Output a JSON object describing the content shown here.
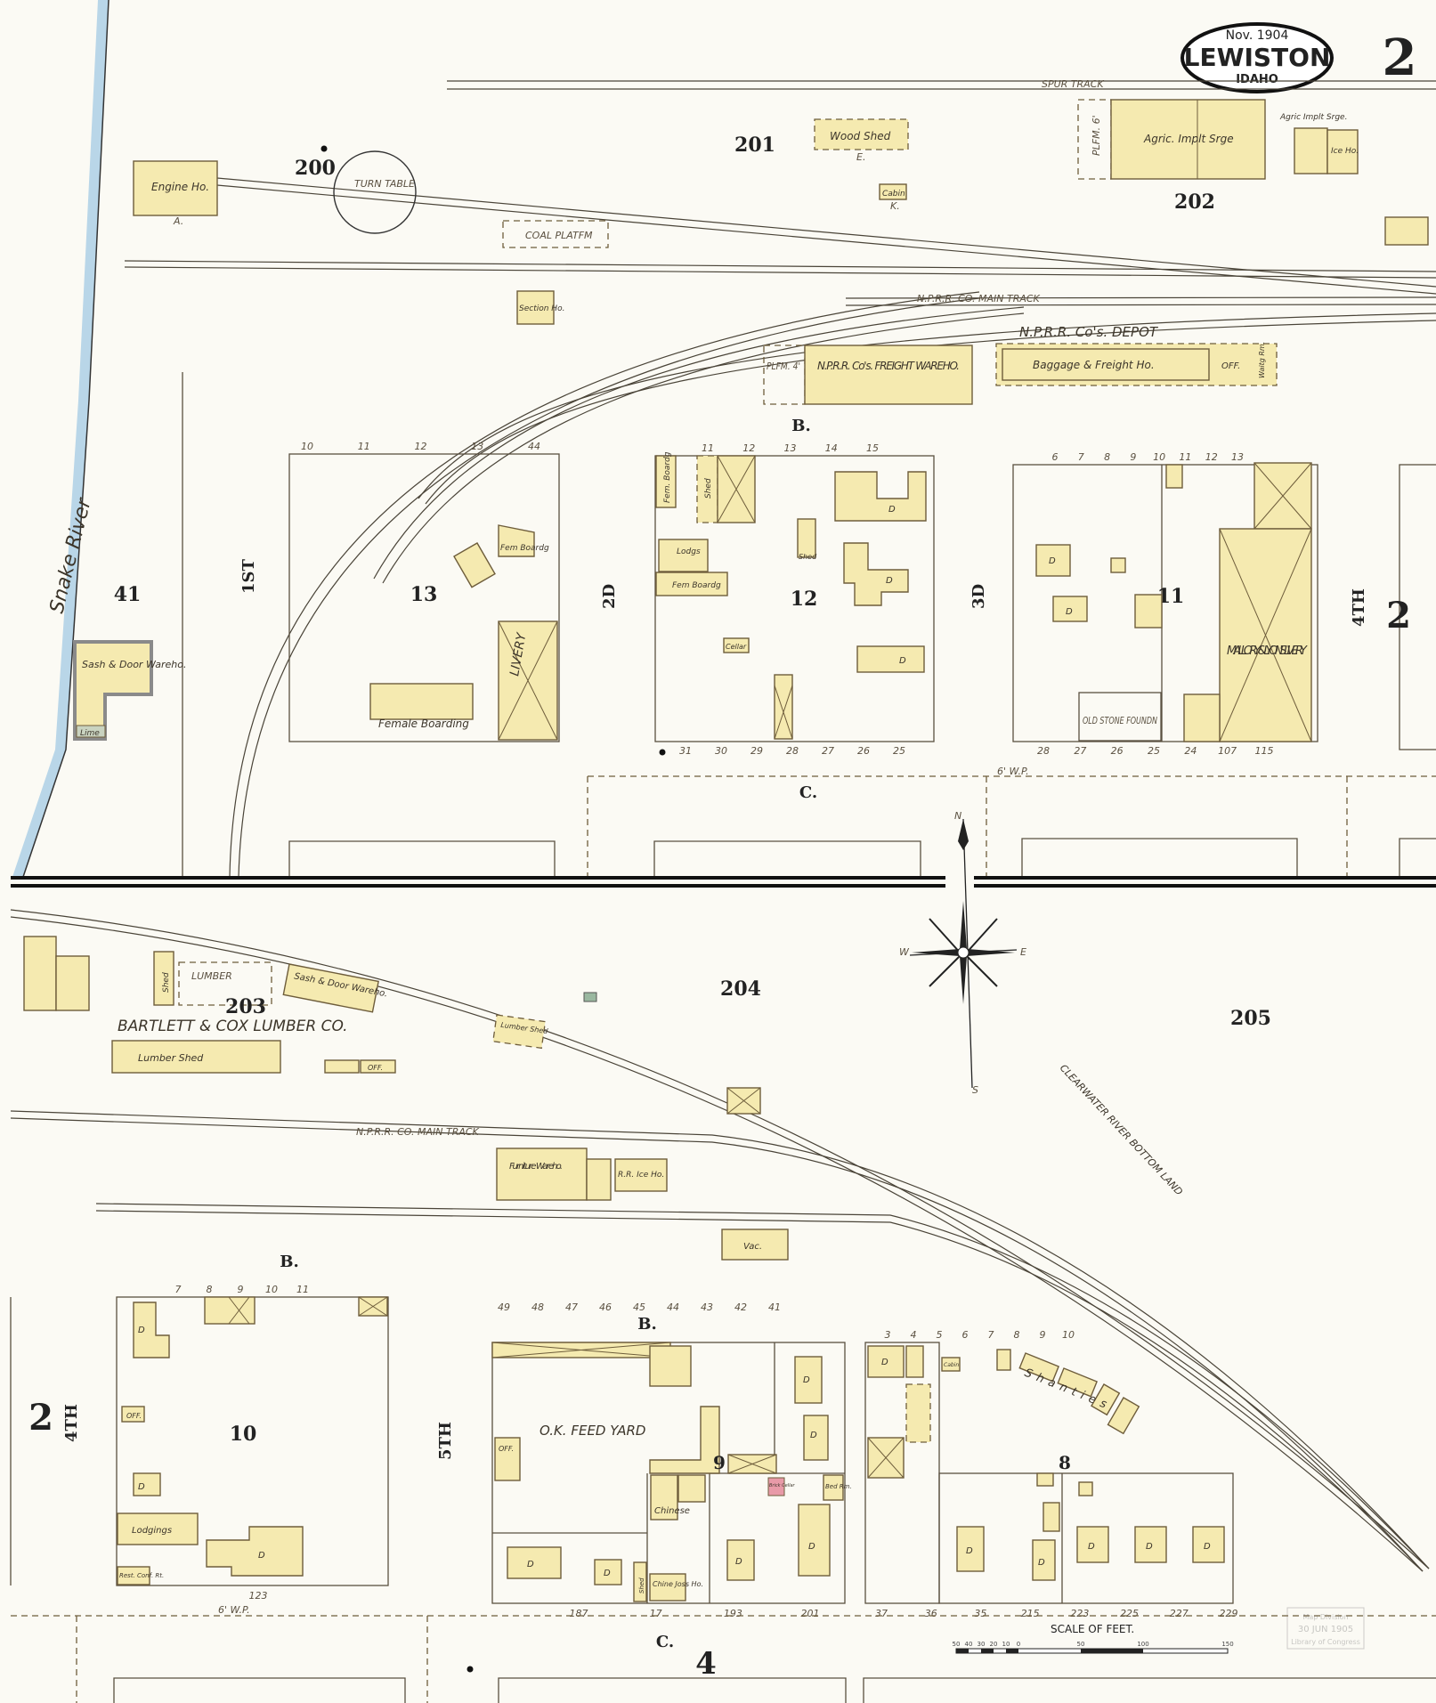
{
  "title": {
    "date": "Nov. 1904",
    "city": "LEWISTON",
    "state": "IDAHO",
    "sheet": "2"
  },
  "colors": {
    "paper": "#fbfaf4",
    "frame_building": "#f5eab0",
    "brick_building": "#e89aa8",
    "stone_building": "#c9d3c0",
    "river": "#b9d6e8",
    "ink": "#3c352a"
  },
  "river": "Snake River",
  "blocks": {
    "b200": "200",
    "b201": "201",
    "b202": "202",
    "b41": "41",
    "b13": "13",
    "b12": "12",
    "b11": "11",
    "b2r": "2",
    "b204": "204",
    "b205": "205",
    "b203": "203",
    "b10": "10",
    "b9": "9",
    "b8": "8",
    "b2l": "2",
    "b4": "4"
  },
  "streets": {
    "first": "1ST",
    "second": "2D",
    "third": "3D",
    "fourth_r": "4TH",
    "fourth_l": "4TH",
    "fifth": "5TH",
    "b_top": "B.",
    "c_mid": "C.",
    "b_left": "B.",
    "b_mid": "B.",
    "c_bottom": "C."
  },
  "tracks": {
    "spur": "SPUR   TRACK",
    "main_top": "N.P.R.R. CO.   MAIN TRACK",
    "main_bottom": "N.P.R.R. CO.   MAIN   TRACK",
    "turn_table": "TURN TABLE",
    "coal": "COAL PLATFM"
  },
  "buildings": {
    "engine": "Engine Ho.",
    "engine_letter": "A.",
    "wood_shed": "Wood Shed",
    "wood_letter": "E.",
    "cabin": "Cabin",
    "cabin_letter": "K.",
    "agric": "Agric. Implt Srge",
    "plfm6": "PLFM. 6'",
    "agric2": "Agric Implt Srge.",
    "ice": "Ice Ho.",
    "section": "Section Ho.",
    "depot_title": "N.P.R.R. Co's. DEPOT",
    "freight": "N.P.R.R. Co's. FREIGHT WAREHO.",
    "plfm4": "PLFM. 4'",
    "baggage": "Baggage & Freight Ho.",
    "off": "OFF.",
    "waiting": "Waitg Rm.",
    "fem_boardg_13": "Fem Boardg",
    "female_boarding": "Female Boarding",
    "livery13": "LIVERY",
    "fem_boardg_12": "Fem. Boardg",
    "fem_boardg_12b": "Fem Boardg",
    "lodgs": "Lodgs",
    "shed12": "Shed",
    "shed12b": "Shed",
    "cellar": "Cellar",
    "mallory": "MALLORY & LYON'S LIVERY",
    "old_stone": "OLD STONE FOUNDN",
    "sash_door_41": "Sash & Door Wareho.",
    "lime": "Lime",
    "shed203": "Shed",
    "lumber203": "LUMBER",
    "sash_door_203": "Sash & Door Wareho.",
    "bartlett": "BARTLETT & COX LUMBER CO.",
    "lumber_shed_a": "Lumber   Shed",
    "off203": "OFF.",
    "lumber_shed_e": "Lumber Shed",
    "furniture": "Furniture Wareho.",
    "rr_ice": "R.R. Ice Ho.",
    "vac": "Vac.",
    "ok_feed": "O.K. FEED YARD",
    "chinese": "Chinese",
    "chine_joss": "Chine Joss Ho.",
    "brick_cellar": "Brick Cellar",
    "bed_rm": "Bed Rm.",
    "shed9": "Shed",
    "off9": "OFF.",
    "lodgings": "Lodgings",
    "rest": "Rest. Conf. Rt.",
    "off10": "OFF.",
    "shanties": "Shanties",
    "cabin8": "Cabin",
    "clearwater": "CLEARWATER  RIVER  BOTTOM  LAND",
    "dwelling": "D"
  },
  "lot_numbers": {
    "b13_top": [
      "10",
      "11",
      "12",
      "13",
      "44"
    ],
    "b12_top": [
      "11",
      "12",
      "13",
      "14",
      "15"
    ],
    "b12_bottom": [
      "31",
      "30",
      "29",
      "28",
      "27",
      "26",
      "25"
    ],
    "b11_top": [
      "6",
      "7",
      "8",
      "9",
      "10",
      "11",
      "12",
      "13"
    ],
    "b11_bottom": [
      "28",
      "27",
      "26",
      "25",
      "24",
      "107",
      "115"
    ],
    "b10_top": [
      "7",
      "8",
      "9",
      "10",
      "11"
    ],
    "b10_bottom": [
      "123"
    ],
    "b9_top": [
      "49",
      "48",
      "47",
      "46",
      "45",
      "44",
      "43",
      "42",
      "41"
    ],
    "b9_bottom": [
      "187",
      "17",
      "193",
      "201"
    ],
    "b8_top": [
      "3",
      "4",
      "5",
      "6",
      "7",
      "8",
      "9",
      "10"
    ],
    "b8_bottom": [
      "37",
      "36",
      "35",
      "215",
      "223",
      "225",
      "227",
      "229"
    ]
  },
  "scale": {
    "title": "SCALE OF FEET.",
    "ticks": [
      "50",
      "40",
      "30",
      "20",
      "10",
      "0",
      "50",
      "100",
      "150"
    ]
  },
  "compass": {
    "n": "N",
    "s": "S",
    "e": "E",
    "w": "W"
  },
  "stamp": {
    "line1": "Map Division",
    "line2": "30 JUN 1905",
    "line3": "Library of Congress"
  },
  "walk": {
    "top": "6' W.P.",
    "bottom": "6' W.P."
  }
}
